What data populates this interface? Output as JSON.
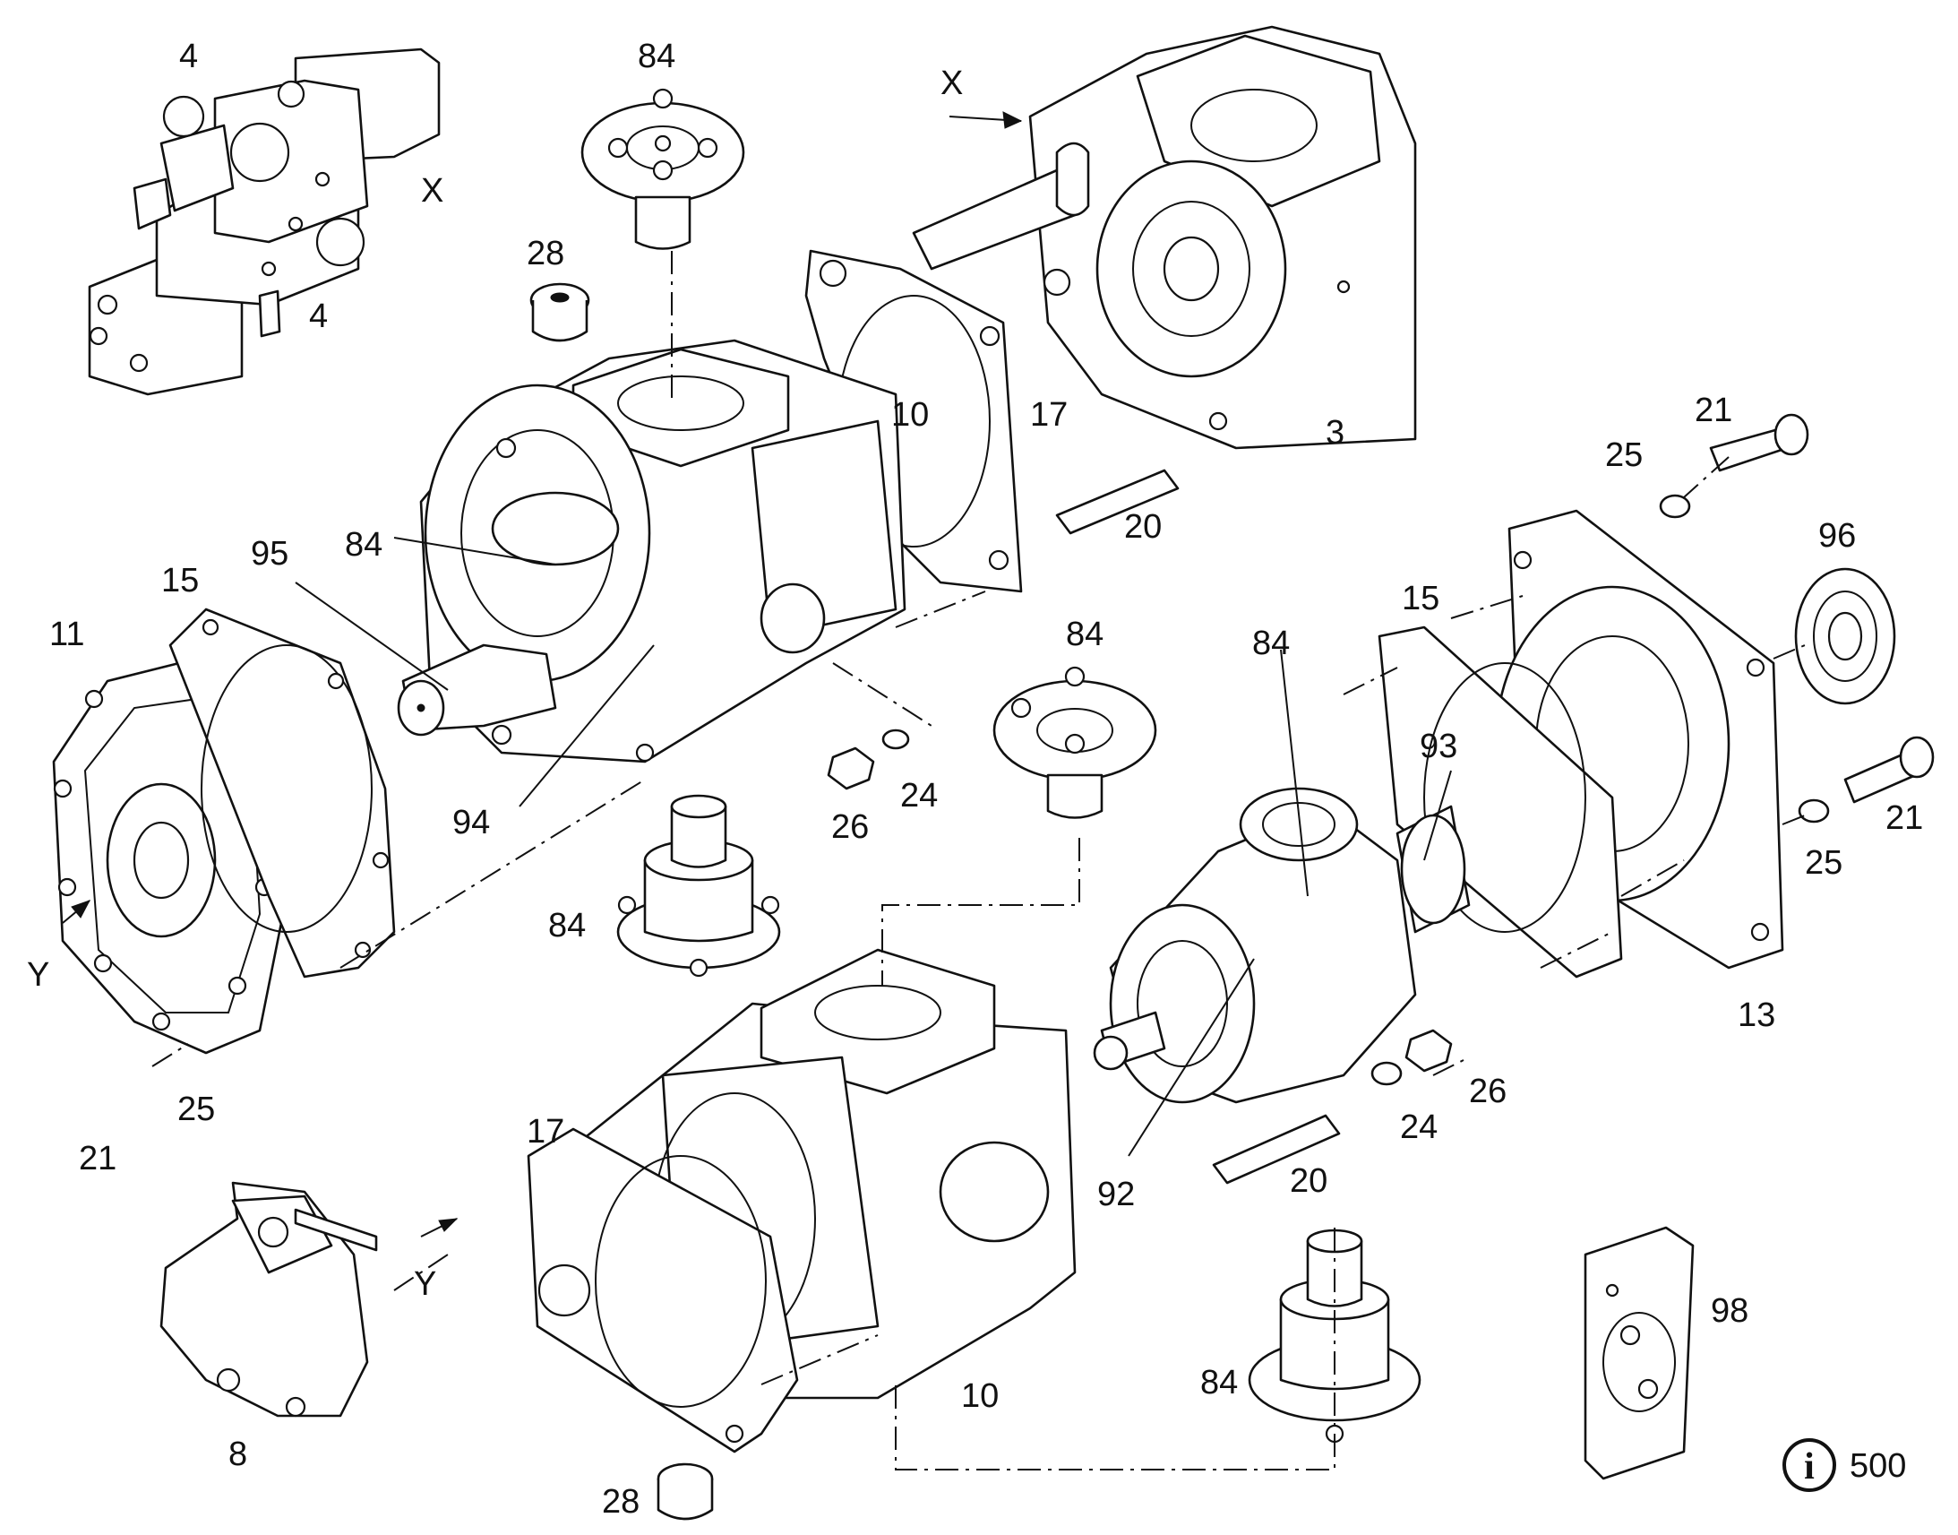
{
  "labels": {
    "l4a": "4",
    "l4b": "4",
    "lXa": "X",
    "l84a": "84",
    "l28a": "28",
    "lXb": "X",
    "l10a": "10",
    "l17a": "17",
    "l3": "3",
    "l20a": "20",
    "l84b": "84",
    "l95": "95",
    "l15a": "15",
    "l11": "11",
    "l94": "94",
    "l84c": "84",
    "l26a": "26",
    "l24a": "24",
    "l84d": "84",
    "lYa": "Y",
    "l21a": "21",
    "l25a": "25",
    "l96": "96",
    "l15b": "15",
    "l84e": "84",
    "l93": "93",
    "l21b": "21",
    "l25b": "25",
    "l13": "13",
    "l25c": "25",
    "l21c": "21",
    "l17b": "17",
    "l26b": "26",
    "l24b": "24",
    "l20b": "20",
    "l92": "92",
    "lYb": "Y",
    "l8": "8",
    "l84f": "84",
    "l10b": "10",
    "l98": "98",
    "l28b": "28",
    "l500": "500"
  },
  "info_icon": {
    "glyph": "i"
  },
  "icons": {
    "info": "info-icon"
  },
  "colors": {
    "ink": "#111111",
    "paper": "#ffffff"
  }
}
